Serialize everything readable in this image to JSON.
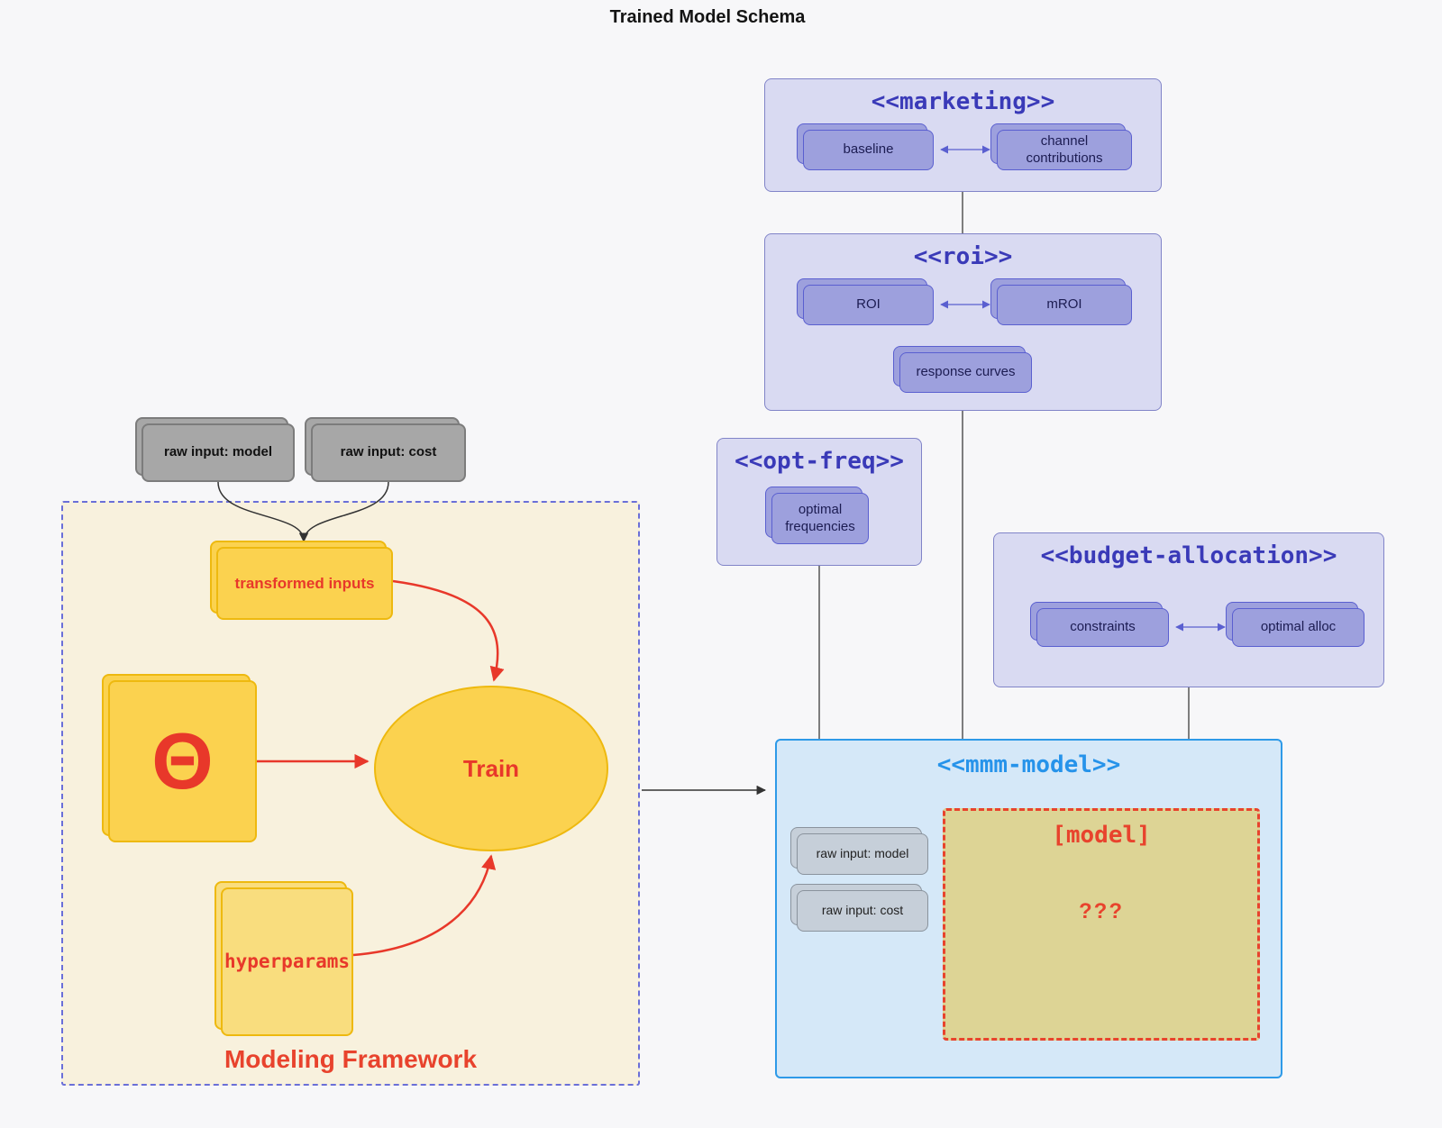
{
  "title": "Trained Model Schema",
  "groups": {
    "marketing": {
      "title": "<<marketing>>",
      "baseline": "baseline",
      "channel_contributions": "channel contributions"
    },
    "roi": {
      "title": "<<roi>>",
      "roi": "ROI",
      "mroi": "mROI",
      "response_curves": "response curves"
    },
    "opt_freq": {
      "title": "<<opt-freq>>",
      "optimal_frequencies": "optimal frequencies"
    },
    "budget_allocation": {
      "title": "<<budget-allocation>>",
      "constraints": "constraints",
      "optimal_alloc": "optimal alloc"
    },
    "mmm_model": {
      "title": "<<mmm-model>>",
      "raw_input_model": "raw input: model",
      "raw_input_cost": "raw input: cost",
      "model_placeholder": "[model]",
      "unknown": "???"
    },
    "framework": {
      "label": "Modeling Framework",
      "raw_input_model": "raw input: model",
      "raw_input_cost": "raw input: cost",
      "transformed_inputs": "transformed inputs",
      "theta": "Θ",
      "train": "Train",
      "hyperparams": "hyperparams"
    }
  },
  "colors": {
    "background": "#f7f7f9",
    "lavender_container": "#d9daf2",
    "container_border": "#8184c8",
    "container_title": "#3a3ab8",
    "purple_node": "#9da0dd",
    "purple_node_border": "#5a5fd0",
    "mmm_fill": "#d5e8f8",
    "mmm_border": "#2e9ae8",
    "mmm_title": "#2693ea",
    "model_box_fill": "#ddd495",
    "red_accent": "#e8382a",
    "framework_fill": "#f8f1dd",
    "framework_border": "#6a6fd8",
    "yellow_node": "#fbd24f",
    "yellow_node_border": "#eeb90f",
    "yellow_node_light": "#f9dd7e",
    "gray_node": "#a7a7a7",
    "gray_node_light": "#c6cfd9",
    "edge_dark": "#555555"
  }
}
